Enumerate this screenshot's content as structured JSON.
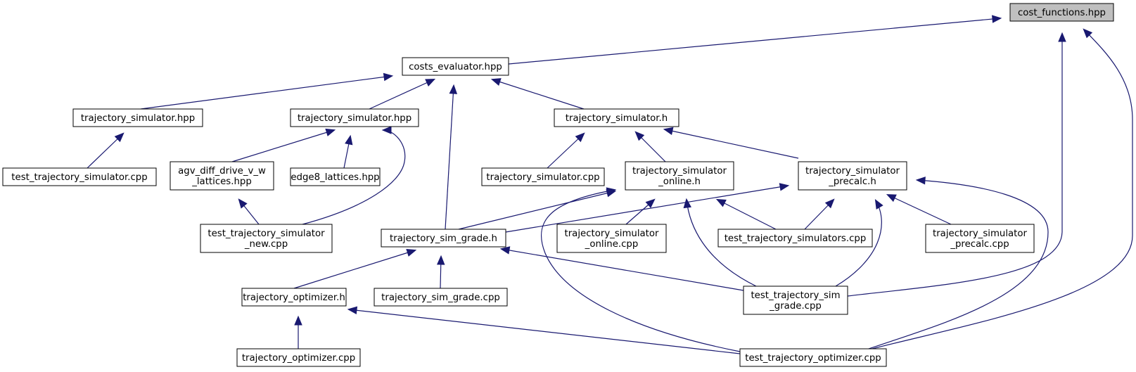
{
  "diagram": {
    "title": "cost_functions.hpp include dependency graph",
    "colors": {
      "edge": "#191970",
      "root_fill": "#bfbfbf",
      "node_fill": "#ffffff",
      "border": "#000000"
    },
    "nodes": [
      {
        "id": "cost_functions_hpp",
        "lines": [
          "cost_functions.hpp"
        ],
        "root": true
      },
      {
        "id": "costs_evaluator_hpp",
        "lines": [
          "costs_evaluator.hpp"
        ]
      },
      {
        "id": "trajectory_simulator_hpp_a",
        "lines": [
          "trajectory_simulator.hpp"
        ]
      },
      {
        "id": "trajectory_simulator_hpp_b",
        "lines": [
          "trajectory_simulator.hpp"
        ]
      },
      {
        "id": "trajectory_simulator_h",
        "lines": [
          "trajectory_simulator.h"
        ]
      },
      {
        "id": "test_trajectory_simulator_cpp",
        "lines": [
          "test_trajectory_simulator.cpp"
        ]
      },
      {
        "id": "agv_diff_drive_v_w_lattices_hpp",
        "lines": [
          "agv_diff_drive_v_w",
          "_lattices.hpp"
        ]
      },
      {
        "id": "edge8_lattices_hpp",
        "lines": [
          "edge8_lattices.hpp"
        ]
      },
      {
        "id": "trajectory_simulator_cpp",
        "lines": [
          "trajectory_simulator.cpp"
        ]
      },
      {
        "id": "trajectory_simulator_online_h",
        "lines": [
          "trajectory_simulator",
          "_online.h"
        ]
      },
      {
        "id": "trajectory_simulator_precalc_h",
        "lines": [
          "trajectory_simulator",
          "_precalc.h"
        ]
      },
      {
        "id": "test_trajectory_simulator_new_cpp",
        "lines": [
          "test_trajectory_simulator",
          "_new.cpp"
        ]
      },
      {
        "id": "trajectory_sim_grade_h",
        "lines": [
          "trajectory_sim_grade.h"
        ]
      },
      {
        "id": "trajectory_simulator_online_cpp",
        "lines": [
          "trajectory_simulator",
          "_online.cpp"
        ]
      },
      {
        "id": "test_trajectory_simulators_cpp",
        "lines": [
          "test_trajectory_simulators.cpp"
        ]
      },
      {
        "id": "trajectory_simulator_precalc_cpp",
        "lines": [
          "trajectory_simulator",
          "_precalc.cpp"
        ]
      },
      {
        "id": "trajectory_optimizer_h",
        "lines": [
          "trajectory_optimizer.h"
        ]
      },
      {
        "id": "trajectory_sim_grade_cpp",
        "lines": [
          "trajectory_sim_grade.cpp"
        ]
      },
      {
        "id": "test_trajectory_sim_grade_cpp",
        "lines": [
          "test_trajectory_sim",
          "_grade.cpp"
        ]
      },
      {
        "id": "trajectory_optimizer_cpp",
        "lines": [
          "trajectory_optimizer.cpp"
        ]
      },
      {
        "id": "test_trajectory_optimizer_cpp",
        "lines": [
          "test_trajectory_optimizer.cpp"
        ]
      }
    ],
    "edges": [
      {
        "from": "costs_evaluator_hpp",
        "to": "cost_functions_hpp"
      },
      {
        "from": "test_trajectory_sim_grade_cpp",
        "to": "cost_functions_hpp"
      },
      {
        "from": "test_trajectory_optimizer_cpp",
        "to": "cost_functions_hpp"
      },
      {
        "from": "trajectory_simulator_hpp_a",
        "to": "costs_evaluator_hpp"
      },
      {
        "from": "trajectory_simulator_hpp_b",
        "to": "costs_evaluator_hpp"
      },
      {
        "from": "trajectory_sim_grade_h",
        "to": "costs_evaluator_hpp"
      },
      {
        "from": "trajectory_simulator_h",
        "to": "costs_evaluator_hpp"
      },
      {
        "from": "test_trajectory_simulator_cpp",
        "to": "trajectory_simulator_hpp_a"
      },
      {
        "from": "agv_diff_drive_v_w_lattices_hpp",
        "to": "trajectory_simulator_hpp_b"
      },
      {
        "from": "edge8_lattices_hpp",
        "to": "trajectory_simulator_hpp_b"
      },
      {
        "from": "test_trajectory_simulator_new_cpp",
        "to": "trajectory_simulator_hpp_b"
      },
      {
        "from": "test_trajectory_simulator_new_cpp",
        "to": "agv_diff_drive_v_w_lattices_hpp"
      },
      {
        "from": "trajectory_simulator_cpp",
        "to": "trajectory_simulator_h"
      },
      {
        "from": "trajectory_simulator_online_h",
        "to": "trajectory_simulator_h"
      },
      {
        "from": "trajectory_simulator_precalc_h",
        "to": "trajectory_simulator_h"
      },
      {
        "from": "trajectory_sim_grade_h",
        "to": "trajectory_simulator_online_h"
      },
      {
        "from": "trajectory_simulator_online_cpp",
        "to": "trajectory_simulator_online_h"
      },
      {
        "from": "test_trajectory_simulators_cpp",
        "to": "trajectory_simulator_online_h"
      },
      {
        "from": "test_trajectory_sim_grade_cpp",
        "to": "trajectory_simulator_online_h"
      },
      {
        "from": "test_trajectory_optimizer_cpp",
        "to": "trajectory_simulator_online_h"
      },
      {
        "from": "trajectory_sim_grade_h",
        "to": "trajectory_simulator_precalc_h"
      },
      {
        "from": "test_trajectory_simulators_cpp",
        "to": "trajectory_simulator_precalc_h"
      },
      {
        "from": "trajectory_simulator_precalc_cpp",
        "to": "trajectory_simulator_precalc_h"
      },
      {
        "from": "test_trajectory_sim_grade_cpp",
        "to": "trajectory_simulator_precalc_h"
      },
      {
        "from": "test_trajectory_optimizer_cpp",
        "to": "trajectory_simulator_precalc_h"
      },
      {
        "from": "trajectory_optimizer_h",
        "to": "trajectory_sim_grade_h"
      },
      {
        "from": "trajectory_sim_grade_cpp",
        "to": "trajectory_sim_grade_h"
      },
      {
        "from": "test_trajectory_sim_grade_cpp",
        "to": "trajectory_sim_grade_h"
      },
      {
        "from": "trajectory_optimizer_cpp",
        "to": "trajectory_optimizer_h"
      },
      {
        "from": "test_trajectory_optimizer_cpp",
        "to": "trajectory_optimizer_h"
      }
    ]
  }
}
